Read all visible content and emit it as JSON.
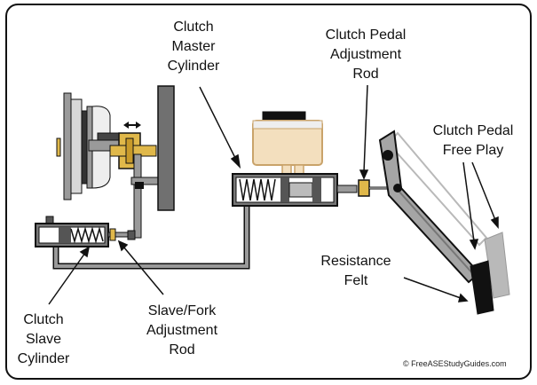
{
  "labels": {
    "master_cylinder": "Clutch\nMaster\nCylinder",
    "pedal_rod": "Clutch Pedal\nAdjustment\nRod",
    "free_play": "Clutch Pedal\nFree Play",
    "resistance": "Resistance\nFelt",
    "slave_cylinder": "Clutch\nSlave\nCylinder",
    "fork_rod": "Slave/Fork\nAdjustment\nRod"
  },
  "credit": "© FreeASEStudyGuides.com",
  "colors": {
    "outline": "#111111",
    "steel": "#9a9a9a",
    "dark_steel": "#555555",
    "brass": "#e0b84a",
    "fluid": "#f3dfbe",
    "reservoir_outline": "#c9a36a",
    "pedal_ghost": "#b9b9b9"
  }
}
